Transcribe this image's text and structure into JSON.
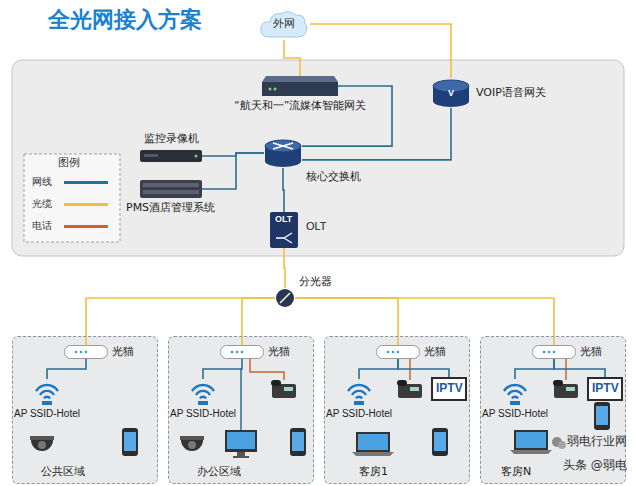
{
  "diagram": {
    "title": "全光网接入方案",
    "nodes": [
      {
        "text": [
          "外网"
        ]
      },
      {
        "text": [
          "“航天和一”流媒体智能网关"
        ]
      },
      {
        "text": [
          "VOIP语音网关",
          "V"
        ]
      },
      {
        "text": [
          "监控录像机"
        ]
      },
      {
        "text": [
          "核心交换机"
        ]
      },
      {
        "text": [
          "PMS酒店管理系统"
        ]
      },
      {
        "text": [
          "OLT",
          "OLT"
        ]
      },
      {
        "text": [
          "分光器"
        ]
      },
      {
        "text": [
          "公共区域"
        ]
      },
      {
        "text": [
          "光猫"
        ],
        "in": 8
      },
      {
        "text": [
          "AP SSID-Hotel"
        ],
        "in": 8
      },
      {
        "text": [
          "办公区域"
        ]
      },
      {
        "text": [
          "光猫"
        ],
        "in": 11
      },
      {
        "text": [
          "AP SSID-Hotel"
        ],
        "in": 11
      },
      {
        "text": [
          "客房1"
        ]
      },
      {
        "text": [
          "光猫"
        ],
        "in": 14
      },
      {
        "text": [
          "AP SSID-Hotel"
        ],
        "in": 14
      },
      {
        "text": [
          "IPTV"
        ],
        "in": 14
      },
      {
        "text": [
          "客房N"
        ]
      },
      {
        "text": [
          "光猫"
        ],
        "in": 18
      },
      {
        "text": [
          "AP SSID-Hotel"
        ],
        "in": 18
      },
      {
        "text": [
          "IPTV"
        ],
        "in": 18
      }
    ],
    "edges": [
      {
        "from": 0,
        "to": 1,
        "arrow": "none"
      },
      {
        "from": 0,
        "to": 2,
        "arrow": "none"
      },
      {
        "from": 1,
        "to": 4,
        "arrow": "none"
      },
      {
        "from": 2,
        "to": 4,
        "arrow": "none"
      },
      {
        "from": 3,
        "to": 4,
        "arrow": "none"
      },
      {
        "from": 5,
        "to": 4,
        "arrow": "none"
      },
      {
        "from": 4,
        "to": 6,
        "arrow": "none"
      },
      {
        "from": 6,
        "to": 7,
        "arrow": "none"
      },
      {
        "from": 7,
        "to": 9,
        "arrow": "none"
      },
      {
        "from": 7,
        "to": 12,
        "arrow": "none"
      },
      {
        "from": 7,
        "to": 15,
        "arrow": "none"
      },
      {
        "from": 7,
        "to": 19,
        "arrow": "none"
      },
      {
        "from": 9,
        "to": 10,
        "arrow": "none"
      },
      {
        "from": 12,
        "to": 13,
        "arrow": "none"
      },
      {
        "from": 15,
        "to": 16,
        "arrow": "none"
      },
      {
        "from": 15,
        "to": 17,
        "arrow": "none"
      },
      {
        "from": 19,
        "to": 20,
        "arrow": "none"
      },
      {
        "from": 19,
        "to": 21,
        "arrow": "none"
      }
    ],
    "labels": [
      "图例",
      "弱电行业网",
      "头条 @弱电"
    ],
    "legend": [
      {
        "text": "网线",
        "color": "#2a6f8e"
      },
      {
        "text": "光缆",
        "color": "#f0c040"
      },
      {
        "text": "电话",
        "color": "#c8642c"
      }
    ]
  }
}
